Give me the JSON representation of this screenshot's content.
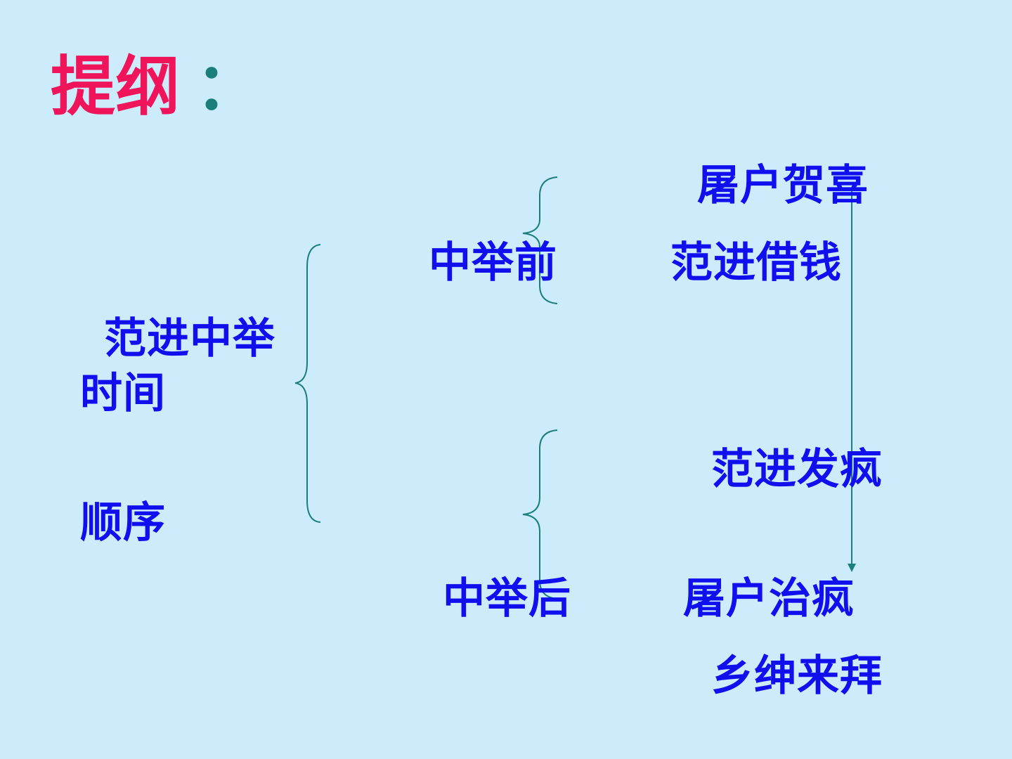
{
  "title": {
    "text": "提纲",
    "colon": "："
  },
  "colors": {
    "background": "#cdecfb",
    "title": "#f0145a",
    "colon": "#1a7f7a",
    "node_text": "#1010ee",
    "lines": "#1a7f7a"
  },
  "diagram": {
    "root": {
      "line1": "范进中举",
      "line2": "时间",
      "line3": "顺序"
    },
    "branches": [
      {
        "label": "中举前",
        "events": [
          "屠户贺喜",
          "范进借钱"
        ]
      },
      {
        "label": "中举后",
        "events": [
          "范进发疯",
          "屠户治疯",
          "乡绅来拜"
        ]
      }
    ]
  }
}
